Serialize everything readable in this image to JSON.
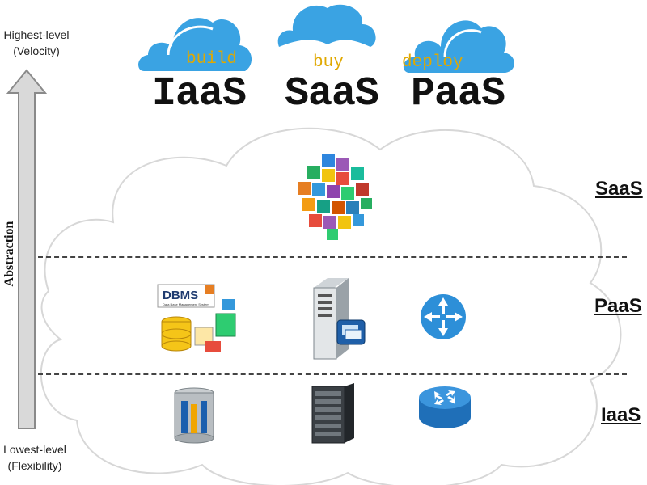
{
  "arrow": {
    "top_label_line1": "Highest-level",
    "top_label_line2": "(Velocity)",
    "bottom_label_line1": "Lowest-level",
    "bottom_label_line2": "(Flexibility)",
    "axis_label": "Abstraction"
  },
  "top_clouds": [
    {
      "action": "build",
      "title": "IaaS"
    },
    {
      "action": "buy",
      "title": "SaaS"
    },
    {
      "action": "deploy",
      "title": "PaaS"
    }
  ],
  "layers": {
    "saas": "SaaS",
    "paas": "PaaS",
    "iaas": "IaaS"
  },
  "dbms_icon": {
    "title": "DBMS",
    "subtitle": "Data Base Management System"
  },
  "colors": {
    "cloud_blue": "#3aa3e3",
    "accent_text": "#e0a800",
    "big_cloud_fill": "#ffffff",
    "big_cloud_stroke": "#d6d6d6",
    "arrow_fill": "#d9d9d9"
  }
}
